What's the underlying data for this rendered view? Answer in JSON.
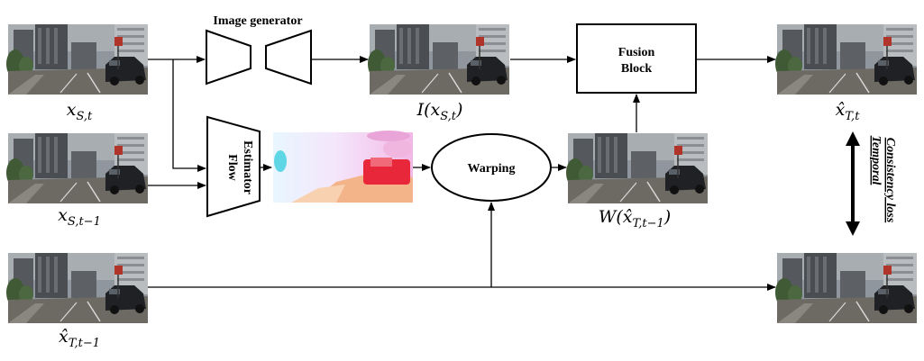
{
  "labels": {
    "image_generator": "Image generator",
    "flow_estimator_line1": "Flow",
    "flow_estimator_line2": "Estimator",
    "warping": "Warping",
    "fusion_line1": "Fusion",
    "fusion_line2": "Block",
    "temporal_loss_line1": "Temporal",
    "temporal_loss_line2": "Consistency loss"
  },
  "math": {
    "x_s_t": {
      "base": "x",
      "sub": "S,t"
    },
    "x_s_t1": {
      "base": "x",
      "sub": "S,t−1"
    },
    "xhat_t_t1": {
      "base": "x̂",
      "sub": "T,t−1"
    },
    "i_xst": {
      "pre": "I(",
      "base": "x",
      "sub": "S,t",
      "post": ")"
    },
    "w_xhat": {
      "pre": "W(",
      "base": "x̂",
      "sub": "T,t−1",
      "post": ")"
    },
    "xhat_t_t": {
      "base": "x̂",
      "sub": "T,t"
    }
  },
  "colors": {
    "sky": "#8f969d",
    "building_dark": "#4a4e52",
    "building_light": "#b9bdc0",
    "tree": "#3f5a34",
    "road": "#6d6a64",
    "lane": "#d8d8d8",
    "car": "#1f2124",
    "flow_red": "#e8283a",
    "flow_cyan": "#5fd6e6",
    "flow_pink": "#f0b6e0",
    "flow_orange": "#f4b48a"
  }
}
